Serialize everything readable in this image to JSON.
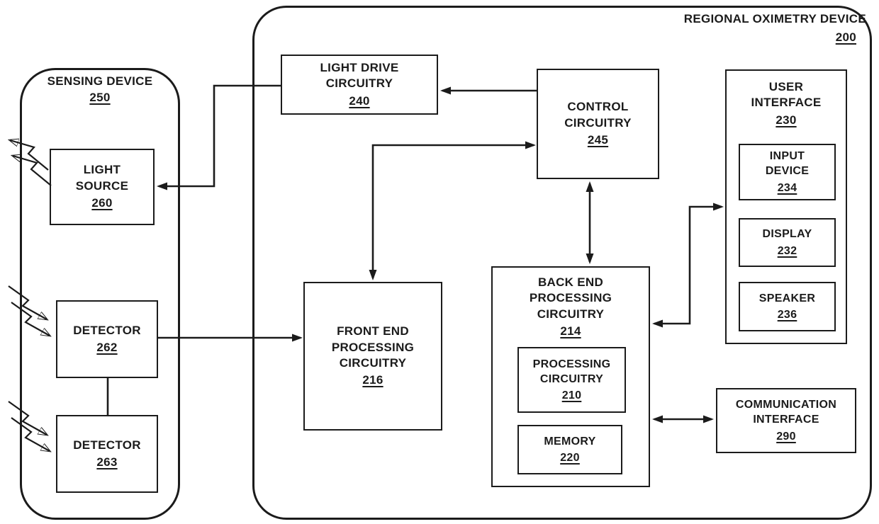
{
  "title": {
    "label": "REGIONAL OXIMETRY DEVICE",
    "ref": "200"
  },
  "sensing": {
    "label": "SENSING DEVICE",
    "ref": "250"
  },
  "nodes": {
    "light_source": {
      "label": "LIGHT SOURCE",
      "ref": "260"
    },
    "detector_262": {
      "label": "DETECTOR",
      "ref": "262"
    },
    "detector_263": {
      "label": "DETECTOR",
      "ref": "263"
    },
    "light_drive": {
      "label": "LIGHT DRIVE CIRCUITRY",
      "ref": "240"
    },
    "control": {
      "label": "CONTROL CIRCUITRY",
      "ref": "245"
    },
    "front_end": {
      "label": "FRONT END PROCESSING CIRCUITRY",
      "ref": "216"
    },
    "back_end": {
      "label": "BACK END PROCESSING CIRCUITRY",
      "ref": "214"
    },
    "processing": {
      "label": "PROCESSING CIRCUITRY",
      "ref": "210"
    },
    "memory": {
      "label": "MEMORY",
      "ref": "220"
    },
    "user_interface": {
      "label": "USER INTERFACE",
      "ref": "230"
    },
    "input_device": {
      "label": "INPUT DEVICE",
      "ref": "234"
    },
    "display": {
      "label": "DISPLAY",
      "ref": "232"
    },
    "speaker": {
      "label": "SPEAKER",
      "ref": "236"
    },
    "comm_interface": {
      "label": "COMMUNICATION INTERFACE",
      "ref": "290"
    }
  },
  "connections": [
    {
      "from": "control_245",
      "to": "light_drive_240",
      "type": "arrow"
    },
    {
      "from": "light_drive_240",
      "to": "light_source_260",
      "type": "arrow"
    },
    {
      "from": "control_245",
      "to": "front_end_216",
      "type": "double-arrow"
    },
    {
      "from": "detector_262",
      "to": "front_end_216",
      "type": "arrow"
    },
    {
      "from": "detector_262",
      "to": "detector_263",
      "type": "line"
    },
    {
      "from": "control_245",
      "to": "back_end_214",
      "type": "double-arrow"
    },
    {
      "from": "back_end_214",
      "to": "user_interface_230",
      "type": "double-arrow"
    },
    {
      "from": "back_end_214",
      "to": "comm_interface_290",
      "type": "double-arrow"
    }
  ],
  "emissions": [
    {
      "at": "light_source_260",
      "direction": "outward-up-left",
      "rays": 2
    },
    {
      "at": "detector_262",
      "direction": "inward-down-right",
      "rays": 2
    },
    {
      "at": "detector_263",
      "direction": "inward-down-right",
      "rays": 2
    }
  ],
  "colors": {
    "line": "#1b1b1b",
    "background": "#ffffff"
  }
}
